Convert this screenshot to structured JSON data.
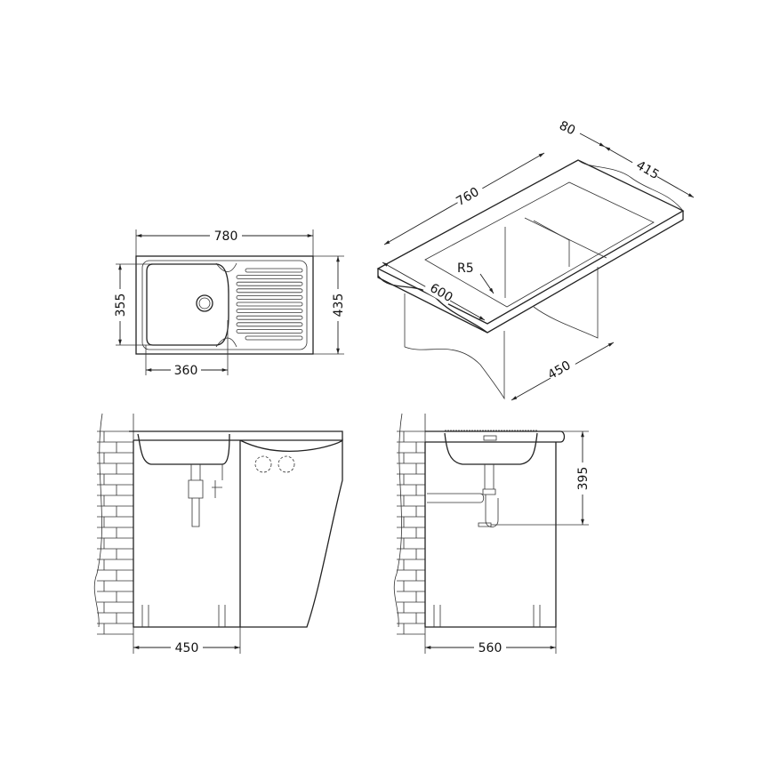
{
  "plan_view": {
    "width_total": "780",
    "depth_total": "435",
    "bowl_depth": "355",
    "bowl_width": "360"
  },
  "iso_view": {
    "length": "760",
    "edge_width": "80",
    "depth": "415",
    "radius": "R5",
    "cabinet_width": "600",
    "base_depth": "450"
  },
  "side_view_left": {
    "cabinet_width": "450"
  },
  "side_view_right": {
    "cabinet_width": "560",
    "drain_height": "395"
  },
  "colors": {
    "line": "#222222",
    "background": "#ffffff"
  }
}
